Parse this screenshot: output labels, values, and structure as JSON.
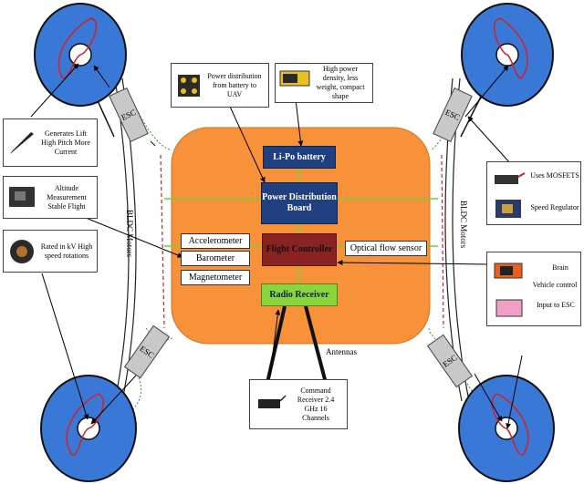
{
  "center": {
    "battery": "Li-Po battery",
    "pdb": "Power Distribution Board",
    "flight_controller": "Flight Controller",
    "radio_receiver": "Radio Receiver",
    "antennas": "Antennas"
  },
  "sensors": {
    "accelerometer": "Accelerometer",
    "barometer": "Barometer",
    "magnetometer": "Magnetometer",
    "optical_flow": "Optical flow sensor"
  },
  "esc_label": "ESC",
  "bldc_label": "BLDC Motors",
  "callouts": {
    "power_dist": "Power distribution from battery to UAV",
    "battery_note": "High power density, less weight, compact shape",
    "propeller": "Generates Lift High Pitch More Current",
    "altitude": "Altitude Measurement Stable Flight",
    "motor": "Rated in kV High speed rotations",
    "mosfet": "Uses MOSFETS",
    "speed": "Speed Regulator",
    "brain": "Brain",
    "vehicle": "Vehicle control",
    "input_esc": "Input to ESC",
    "receiver": "Command Receiver 2.4 GHz 16 Channels"
  },
  "colors": {
    "frame": "#f7923a",
    "pdb": "#1f3f7f",
    "flight_controller": "#8b2222",
    "radio_receiver": "#8ad63a",
    "motor_disk": "#3a78d8",
    "propeller": "#d42020"
  }
}
